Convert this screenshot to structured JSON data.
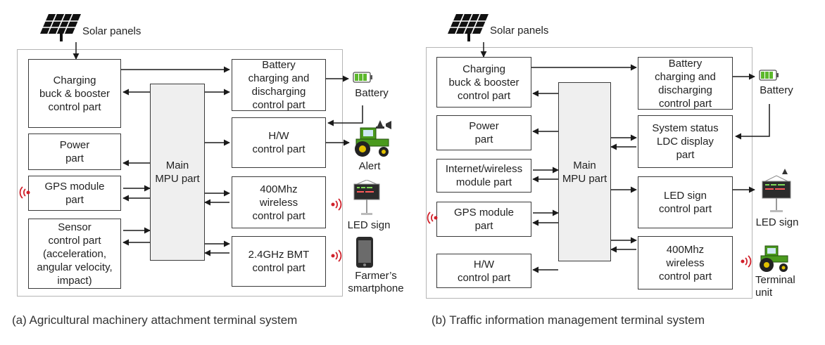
{
  "panel_a": {
    "solar_label": "Solar panels",
    "charging": "Charging\nbuck & booster\ncontrol part",
    "power": "Power\npart",
    "gps": "GPS module\npart",
    "sensor": "Sensor\ncontrol part\n(acceleration,\nangular velocity,\nimpact)",
    "mpu": "Main\nMPU part",
    "battery_ctrl": "Battery\ncharging and\ndischarging\ncontrol part",
    "hw": "H/W\ncontrol part",
    "wireless": "400Mhz\nwireless\ncontrol part",
    "bmt": "2.4GHz BMT\ncontrol part",
    "battery_label": "Battery",
    "alert_label": "Alert",
    "led_label": "LED sign",
    "phone_label": "Farmer’s\nsmartphone",
    "caption": "(a) Agricultural machinery attachment terminal system"
  },
  "panel_b": {
    "solar_label": "Solar panels",
    "charging": "Charging\nbuck & booster\ncontrol part",
    "power": "Power\npart",
    "internet": "Internet/wireless\nmodule part",
    "gps": "GPS module\npart",
    "hw": "H/W\ncontrol part",
    "mpu": "Main\nMPU part",
    "battery_ctrl": "Battery\ncharging and\ndischarging\ncontrol part",
    "status": "System status\nLDC display\npart",
    "led_ctrl": "LED sign\ncontrol part",
    "wireless": "400Mhz\nwireless\ncontrol part",
    "battery_label": "Battery",
    "led_label": "LED sign",
    "terminal_label": "Terminal\nunit",
    "caption": "(b) Traffic information management terminal system"
  },
  "colors": {
    "box_border": "#3a3a3a",
    "mpu_fill": "#efefef",
    "frame": "#b5b5b5",
    "signal_red": "#d0202a",
    "tractor_green": "#4a9a1e",
    "battery_green": "#5cb82c"
  },
  "icons": [
    "solar-panel-icon",
    "battery-icon",
    "tractor-alert-icon",
    "led-sign-icon",
    "smartphone-icon",
    "wireless-signal-icon"
  ]
}
